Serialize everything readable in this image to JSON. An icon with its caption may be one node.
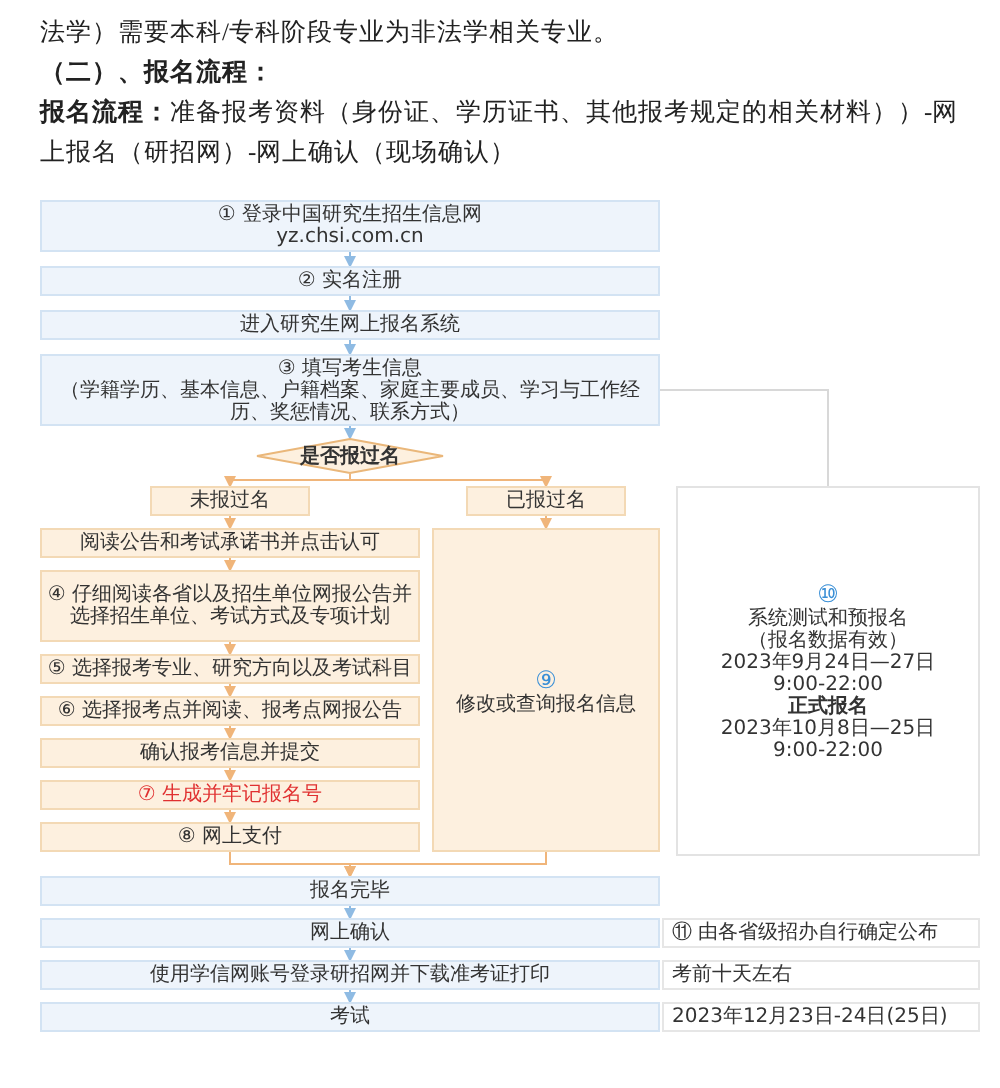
{
  "diagram": {
    "nodes": [
      {
        "text": [
          "① 登录中国研究生招生信息网",
          "yz.chsi.com.cn"
        ]
      },
      {
        "text": [
          "② 实名注册"
        ]
      },
      {
        "text": [
          "进入研究生网上报名系统"
        ]
      },
      {
        "text": [
          "③ 填写考生信息",
          "（学籍学历、基本信息、户籍档案、家庭主要成员、学习与工作经历、奖惩情况、联系方式）"
        ]
      },
      {
        "text": [
          "是否报过名"
        ]
      },
      {
        "text": [
          "未报过名"
        ]
      },
      {
        "text": [
          "已报过名"
        ]
      },
      {
        "text": [
          "阅读公告和考试承诺书并点击认可"
        ]
      },
      {
        "text": [
          "④ 仔细阅读各省以及招生单位网报公告并选择招生单位、考试方式及专项计划"
        ]
      },
      {
        "text": [
          "⑤ 选择报考专业、研究方向以及考试科目"
        ]
      },
      {
        "text": [
          "⑥ 选择报考点并阅读、报考点网报公告"
        ]
      },
      {
        "text": [
          "确认报考信息并提交"
        ]
      },
      {
        "text": [
          "⑦ 生成并牢记报名号"
        ]
      },
      {
        "text": [
          "⑧ 网上支付"
        ]
      },
      {
        "text": [
          "⑨",
          "修改或查询报名信息"
        ]
      },
      {
        "text": [
          "⑩",
          "系统测试和预报名",
          "（报名数据有效）",
          "2023年9月24日—27日",
          "9:00-22:00",
          "正式报名",
          "2023年10月8日—25日",
          "9:00-22:00"
        ]
      },
      {
        "text": [
          "报名完毕"
        ]
      },
      {
        "text": [
          "网上确认"
        ],
        "beside": [
          "⑪ 由各省级招办自行确定公布"
        ]
      },
      {
        "text": [
          "使用学信网账号登录研招网并下载准考证打印"
        ],
        "beside": [
          "考前十天左右"
        ]
      },
      {
        "text": [
          "考试"
        ],
        "beside": [
          "2023年12月23日-24日(25日)"
        ]
      }
    ],
    "edges": [
      {
        "from": 0,
        "to": 1,
        "arrow": "to",
        "color": "#8fbbe3"
      },
      {
        "from": 1,
        "to": 2,
        "arrow": "to",
        "color": "#8fbbe3"
      },
      {
        "from": 2,
        "to": 3,
        "arrow": "to",
        "color": "#8fbbe3"
      },
      {
        "from": 3,
        "to": 4,
        "arrow": "to",
        "color": "#8fbbe3"
      },
      {
        "from": 4,
        "to": 5,
        "arrow": "to"
      },
      {
        "from": 4,
        "to": 6,
        "arrow": "to"
      },
      {
        "from": 5,
        "to": 7,
        "arrow": "to"
      },
      {
        "from": 7,
        "to": 8,
        "arrow": "to"
      },
      {
        "from": 8,
        "to": 9,
        "arrow": "to"
      },
      {
        "from": 9,
        "to": 10,
        "arrow": "to"
      },
      {
        "from": 10,
        "to": 11,
        "arrow": "to"
      },
      {
        "from": 11,
        "to": 12,
        "arrow": "to"
      },
      {
        "from": 12,
        "to": 13,
        "arrow": "to"
      },
      {
        "from": 6,
        "to": 14,
        "arrow": "to"
      },
      {
        "from": 13,
        "to": 16,
        "arrow": "to"
      },
      {
        "from": 14,
        "to": 16,
        "arrow": "to"
      },
      {
        "from": 16,
        "to": 17,
        "arrow": "to",
        "color": "#8fbbe3"
      },
      {
        "from": 17,
        "to": 18,
        "arrow": "to",
        "color": "#8fbbe3"
      },
      {
        "from": 18,
        "to": 19,
        "arrow": "to",
        "color": "#8fbbe3"
      },
      {
        "from": 3,
        "to": 15,
        "arrow": "none",
        "color": "#d8d8d8"
      }
    ],
    "labels": [
      "法学）需要本科/专科阶段专业为非法学相关专业。",
      "（二）、报名流程：",
      "**报名流程：**准备报考资料（身份证、学历证书、其他报考规定的相关材料））-网上报名（研招网）-网上确认（现场确认）"
    ]
  }
}
